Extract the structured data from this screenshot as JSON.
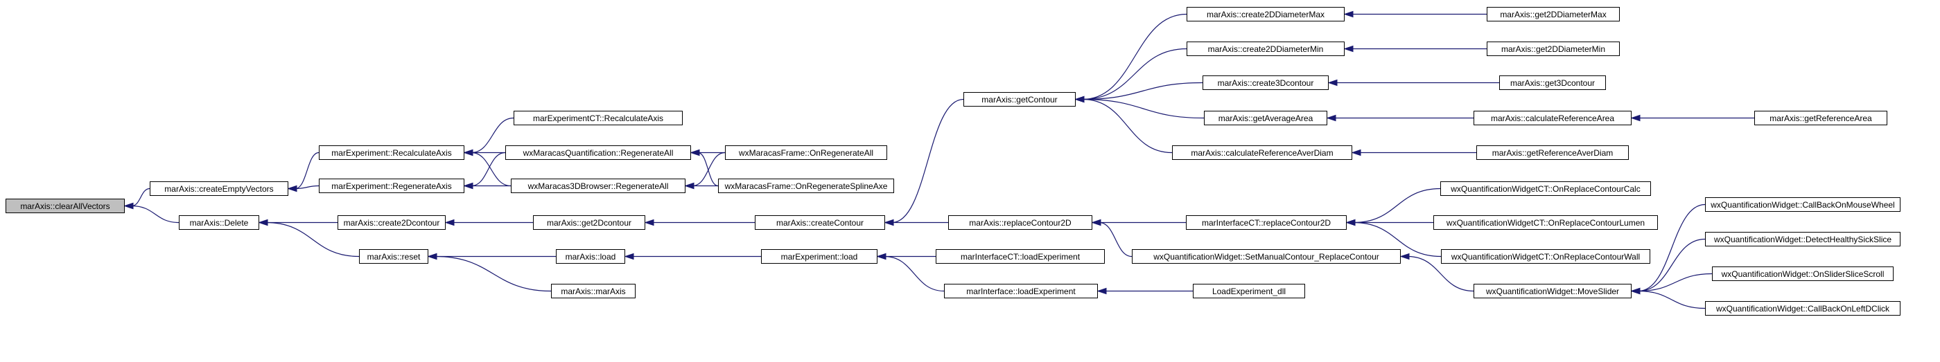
{
  "graph": {
    "edge_color": "#191970",
    "root_fill": "#bfbfbf",
    "nodes": [
      {
        "id": "n0",
        "label": "marAxis::clearAllVectors",
        "root": true
      },
      {
        "id": "n1",
        "label": "marAxis::createEmptyVectors"
      },
      {
        "id": "n2",
        "label": "marAxis::Delete"
      },
      {
        "id": "n3",
        "label": "marExperiment::RecalculateAxis"
      },
      {
        "id": "n4",
        "label": "marExperiment::RegenerateAxis"
      },
      {
        "id": "n5",
        "label": "marExperimentCT::RecalculateAxis"
      },
      {
        "id": "n6",
        "label": "wxMaracasQuantification::RegenerateAll"
      },
      {
        "id": "n7",
        "label": "wxMaracas3DBrowser::RegenerateAll"
      },
      {
        "id": "n8",
        "label": "wxMaracasFrame::OnRegenerateAll"
      },
      {
        "id": "n9",
        "label": "wxMaracasFrame::OnRegenerateSplineAxe"
      },
      {
        "id": "n10",
        "label": "marAxis::create2Dcontour"
      },
      {
        "id": "n11",
        "label": "marAxis::get2Dcontour"
      },
      {
        "id": "n12",
        "label": "marAxis::createContour"
      },
      {
        "id": "n13",
        "label": "marAxis::getContour"
      },
      {
        "id": "n14",
        "label": "marAxis::replaceContour2D"
      },
      {
        "id": "n15",
        "label": "marAxis::reset"
      },
      {
        "id": "n16",
        "label": "marAxis::load"
      },
      {
        "id": "n17",
        "label": "marAxis::marAxis"
      },
      {
        "id": "n18",
        "label": "marExperiment::load"
      },
      {
        "id": "n19",
        "label": "marInterfaceCT::loadExperiment"
      },
      {
        "id": "n20",
        "label": "marInterface::loadExperiment"
      },
      {
        "id": "n21",
        "label": "LoadExperiment_dll"
      },
      {
        "id": "n22",
        "label": "marAxis::create2DDiameterMax"
      },
      {
        "id": "n23",
        "label": "marAxis::create2DDiameterMin"
      },
      {
        "id": "n24",
        "label": "marAxis::create3Dcontour"
      },
      {
        "id": "n25",
        "label": "marAxis::getAverageArea"
      },
      {
        "id": "n26",
        "label": "marAxis::calculateReferenceAverDiam"
      },
      {
        "id": "n27",
        "label": "marAxis::get2DDiameterMax"
      },
      {
        "id": "n28",
        "label": "marAxis::get2DDiameterMin"
      },
      {
        "id": "n29",
        "label": "marAxis::get3Dcontour"
      },
      {
        "id": "n30",
        "label": "marAxis::calculateReferenceArea"
      },
      {
        "id": "n31",
        "label": "marAxis::getReferenceArea"
      },
      {
        "id": "n32",
        "label": "marAxis::getReferenceAverDiam"
      },
      {
        "id": "n33",
        "label": "marInterfaceCT::replaceContour2D"
      },
      {
        "id": "n34",
        "label": "wxQuantificationWidget::SetManualContour_ReplaceContour"
      },
      {
        "id": "n35",
        "label": "wxQuantificationWidgetCT::OnReplaceContourCalc"
      },
      {
        "id": "n36",
        "label": "wxQuantificationWidgetCT::OnReplaceContourLumen"
      },
      {
        "id": "n37",
        "label": "wxQuantificationWidgetCT::OnReplaceContourWall"
      },
      {
        "id": "n38",
        "label": "wxQuantificationWidget::MoveSlider"
      },
      {
        "id": "n39",
        "label": "wxQuantificationWidget::CallBackOnMouseWheel"
      },
      {
        "id": "n40",
        "label": "wxQuantificationWidget::DetectHealthySickSlice"
      },
      {
        "id": "n41",
        "label": "wxQuantificationWidget::OnSliderSliceScroll"
      },
      {
        "id": "n42",
        "label": "wxQuantificationWidget::CallBackOnLeftDClick"
      }
    ],
    "edges": [
      [
        "n1",
        "n0"
      ],
      [
        "n2",
        "n0"
      ],
      [
        "n3",
        "n1"
      ],
      [
        "n4",
        "n1"
      ],
      [
        "n5",
        "n3"
      ],
      [
        "n6",
        "n3"
      ],
      [
        "n7",
        "n3"
      ],
      [
        "n6",
        "n4"
      ],
      [
        "n7",
        "n4"
      ],
      [
        "n8",
        "n6"
      ],
      [
        "n9",
        "n6"
      ],
      [
        "n8",
        "n7"
      ],
      [
        "n9",
        "n7"
      ],
      [
        "n10",
        "n2"
      ],
      [
        "n15",
        "n2"
      ],
      [
        "n11",
        "n10"
      ],
      [
        "n12",
        "n11"
      ],
      [
        "n13",
        "n12"
      ],
      [
        "n14",
        "n12"
      ],
      [
        "n16",
        "n15"
      ],
      [
        "n17",
        "n15"
      ],
      [
        "n18",
        "n16"
      ],
      [
        "n19",
        "n18"
      ],
      [
        "n20",
        "n18"
      ],
      [
        "n21",
        "n20"
      ],
      [
        "n22",
        "n13"
      ],
      [
        "n23",
        "n13"
      ],
      [
        "n24",
        "n13"
      ],
      [
        "n25",
        "n13"
      ],
      [
        "n26",
        "n13"
      ],
      [
        "n27",
        "n22"
      ],
      [
        "n28",
        "n23"
      ],
      [
        "n29",
        "n24"
      ],
      [
        "n30",
        "n25"
      ],
      [
        "n31",
        "n30"
      ],
      [
        "n32",
        "n26"
      ],
      [
        "n33",
        "n14"
      ],
      [
        "n34",
        "n14"
      ],
      [
        "n35",
        "n33"
      ],
      [
        "n36",
        "n33"
      ],
      [
        "n37",
        "n33"
      ],
      [
        "n38",
        "n34"
      ],
      [
        "n39",
        "n38"
      ],
      [
        "n40",
        "n38"
      ],
      [
        "n41",
        "n38"
      ],
      [
        "n42",
        "n38"
      ]
    ]
  }
}
